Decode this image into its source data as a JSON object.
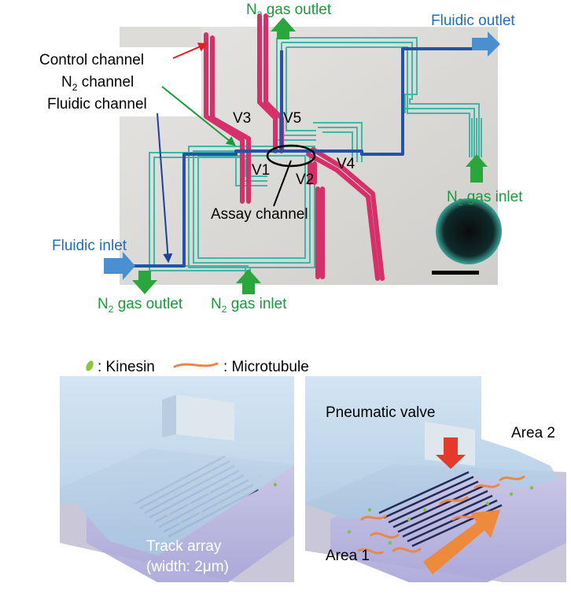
{
  "labels": {
    "n2_outlet_top": "N",
    "n2_outlet_top_suffix": " gas outlet",
    "fluidic_outlet": "Fluidic outlet",
    "control_channel": "Control channel",
    "n2_channel": "N",
    "n2_channel_suffix": "  channel",
    "fluidic_channel": "Fluidic channel",
    "v3": "V3",
    "v5": "V5",
    "v1": "V1",
    "v2": "V2",
    "v4": "V4",
    "assay_channel": "Assay channel",
    "n2_inlet_right": "N",
    "n2_inlet_right_suffix": " gas inlet",
    "fluidic_inlet": "Fluidic inlet",
    "n2_outlet_bottom": "N",
    "n2_outlet_bottom_suffix": " gas outlet",
    "n2_inlet_bottom": "N",
    "n2_inlet_bottom_suffix": " gas inlet",
    "subscript_2": "2",
    "legend_kinesin": ": Kinesin",
    "legend_microtubule": ": Microtubule",
    "pneumatic_valve": "Pneumatic valve",
    "area_2": "Area 2",
    "area_1": "Area 1",
    "track_array": "Track array",
    "track_width": "(width: 2μm)"
  },
  "colors": {
    "control": "#d6306a",
    "n2": "#3fb7a6",
    "fluidic": "#2253a8",
    "green_text": "#1a9a3a",
    "blue_text": "#1f6fb5",
    "green_arrow": "#2aa63d",
    "blue_arrow": "#4a8fd0",
    "red_arrow": "#e23b2e",
    "orange_arrow": "#ee8a3c",
    "chip_bg": "#d9d8d6"
  }
}
